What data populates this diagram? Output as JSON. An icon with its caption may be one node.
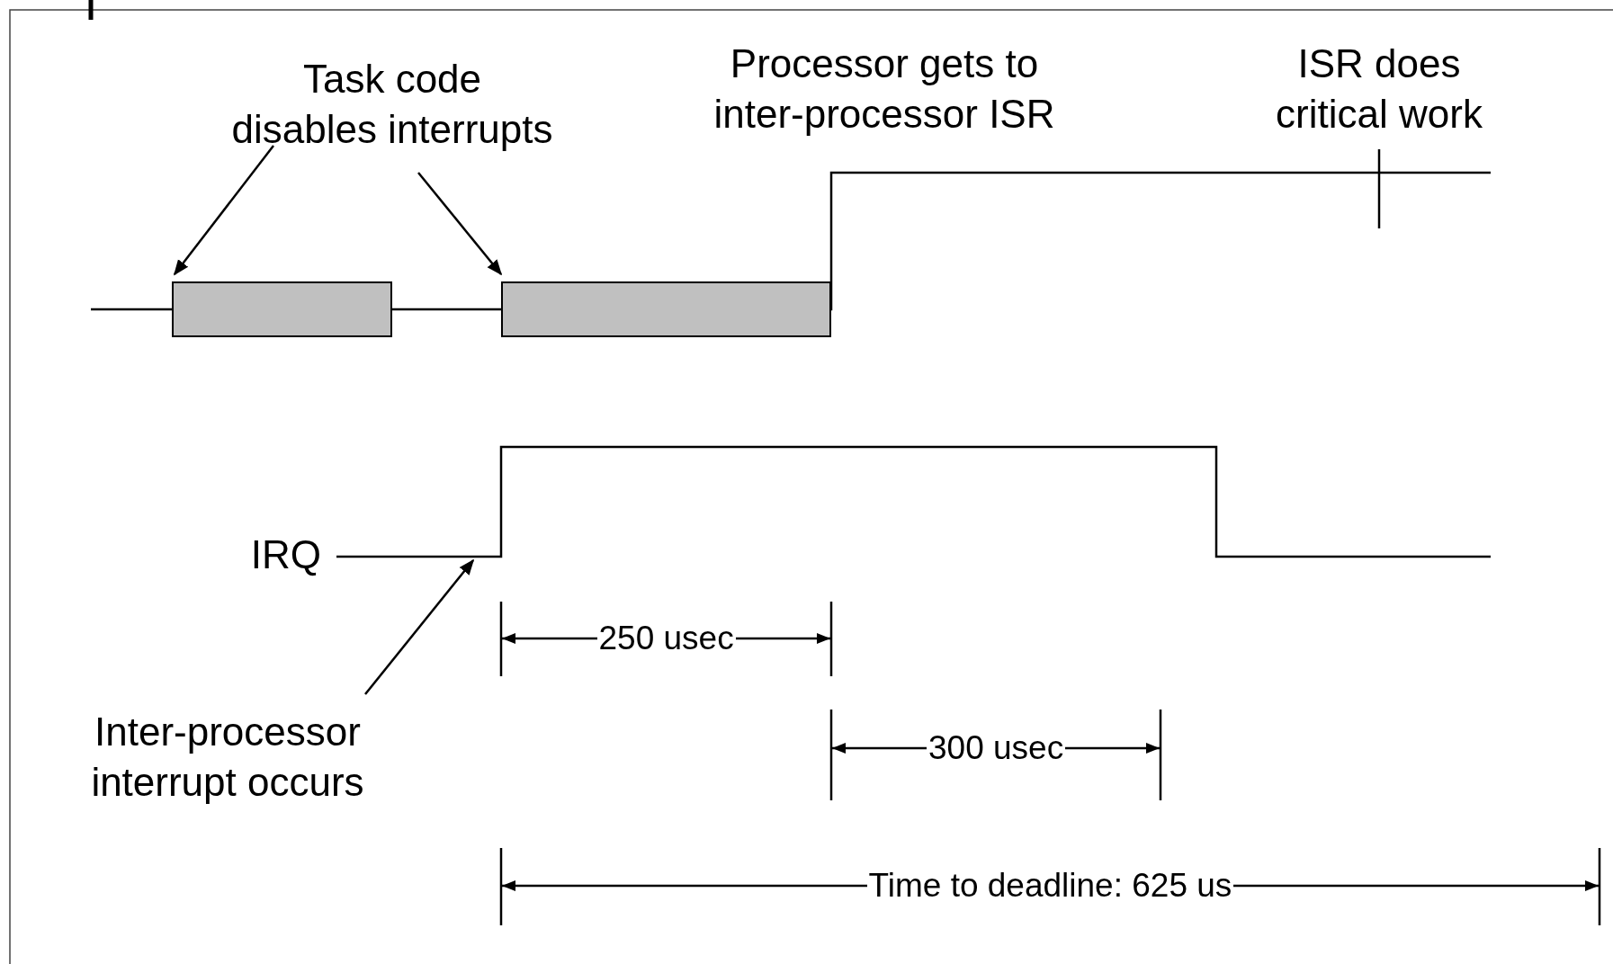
{
  "diagram": {
    "nodes": [
      {
        "text": [
          "Task code disables interrupts"
        ]
      },
      {
        "text": [],
        "shape": "box"
      },
      {
        "text": [],
        "shape": "box"
      },
      {
        "text": [
          "Inter-processor interrupt occurs"
        ]
      }
    ],
    "edges": [
      {
        "from": 0,
        "to": 1,
        "arrow": "to"
      },
      {
        "from": 0,
        "to": 2,
        "arrow": "to"
      },
      {
        "from": 3,
        "to": null,
        "arrow": "to"
      }
    ],
    "labels": [
      "Processor gets to inter-processor ISR",
      "ISR does critical work",
      "IRQ",
      "250 usec",
      "300 usec",
      "Time to deadline: 625 us"
    ]
  }
}
